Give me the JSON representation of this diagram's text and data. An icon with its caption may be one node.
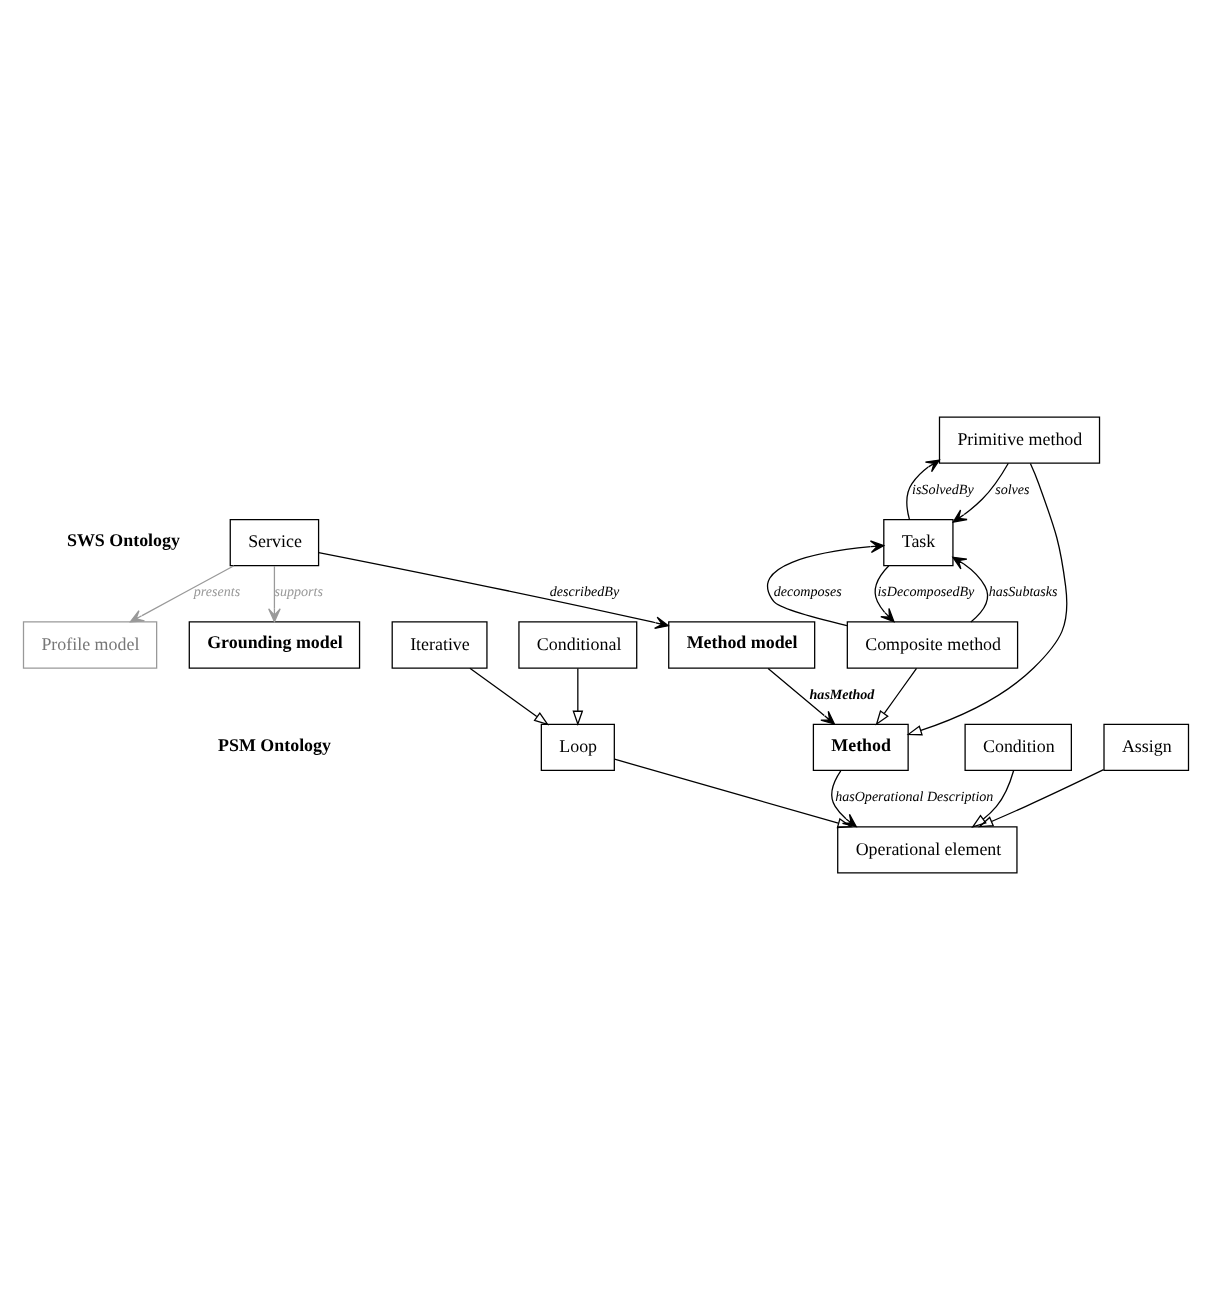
{
  "diagram": {
    "nodes": [
      {
        "text": [
          "Service"
        ]
      },
      {
        "text": [
          "Grounding model"
        ]
      },
      {
        "text": [
          "Profile model"
        ]
      },
      {
        "text": [
          "Method model"
        ]
      },
      {
        "text": [
          "Method"
        ]
      },
      {
        "text": [
          "Task"
        ]
      },
      {
        "text": [
          "Primitive method"
        ]
      },
      {
        "text": [
          "Composite method"
        ]
      },
      {
        "text": [
          "Conditional"
        ]
      },
      {
        "text": [
          "Iterative"
        ]
      },
      {
        "text": [
          "Loop"
        ]
      },
      {
        "text": [
          "Condition"
        ]
      },
      {
        "text": [
          "Assign"
        ]
      },
      {
        "text": [
          "Operational element"
        ]
      }
    ],
    "edges": [
      {
        "from": 0,
        "to": 1,
        "label": "supports",
        "arrow": "to",
        "color": "#999999"
      },
      {
        "from": 0,
        "to": 2,
        "label": "presents",
        "arrow": "to",
        "color": "#999999"
      },
      {
        "from": 0,
        "to": 3,
        "label": "describedBy",
        "arrow": "to"
      },
      {
        "from": 3,
        "to": 4,
        "label": "hasMethod",
        "arrow": "to"
      },
      {
        "from": 6,
        "to": 5,
        "label": "solves",
        "arrow": "to"
      },
      {
        "from": 5,
        "to": 6,
        "label": "isSolvedBy",
        "arrow": "to"
      },
      {
        "from": 7,
        "to": 5,
        "label": "hasSubtasks",
        "arrow": "to"
      },
      {
        "from": 7,
        "to": 5,
        "label": "decomposes",
        "arrow": "to"
      },
      {
        "from": 5,
        "to": 7,
        "label": "isDecomposedBy",
        "arrow": "to"
      },
      {
        "from": 6,
        "to": 4,
        "arrow": "to"
      },
      {
        "from": 7,
        "to": 4,
        "arrow": "to"
      },
      {
        "from": 4,
        "to": 13,
        "label": "hasOperational Description",
        "arrow": "to"
      },
      {
        "from": 8,
        "to": 10,
        "arrow": "to"
      },
      {
        "from": 9,
        "to": 10,
        "arrow": "to"
      },
      {
        "from": 10,
        "to": 13,
        "arrow": "to"
      },
      {
        "from": 11,
        "to": 13,
        "arrow": "to"
      },
      {
        "from": 12,
        "to": 13,
        "arrow": "to"
      }
    ],
    "labels": [
      "SWS Ontology",
      "PSM Ontology"
    ]
  }
}
